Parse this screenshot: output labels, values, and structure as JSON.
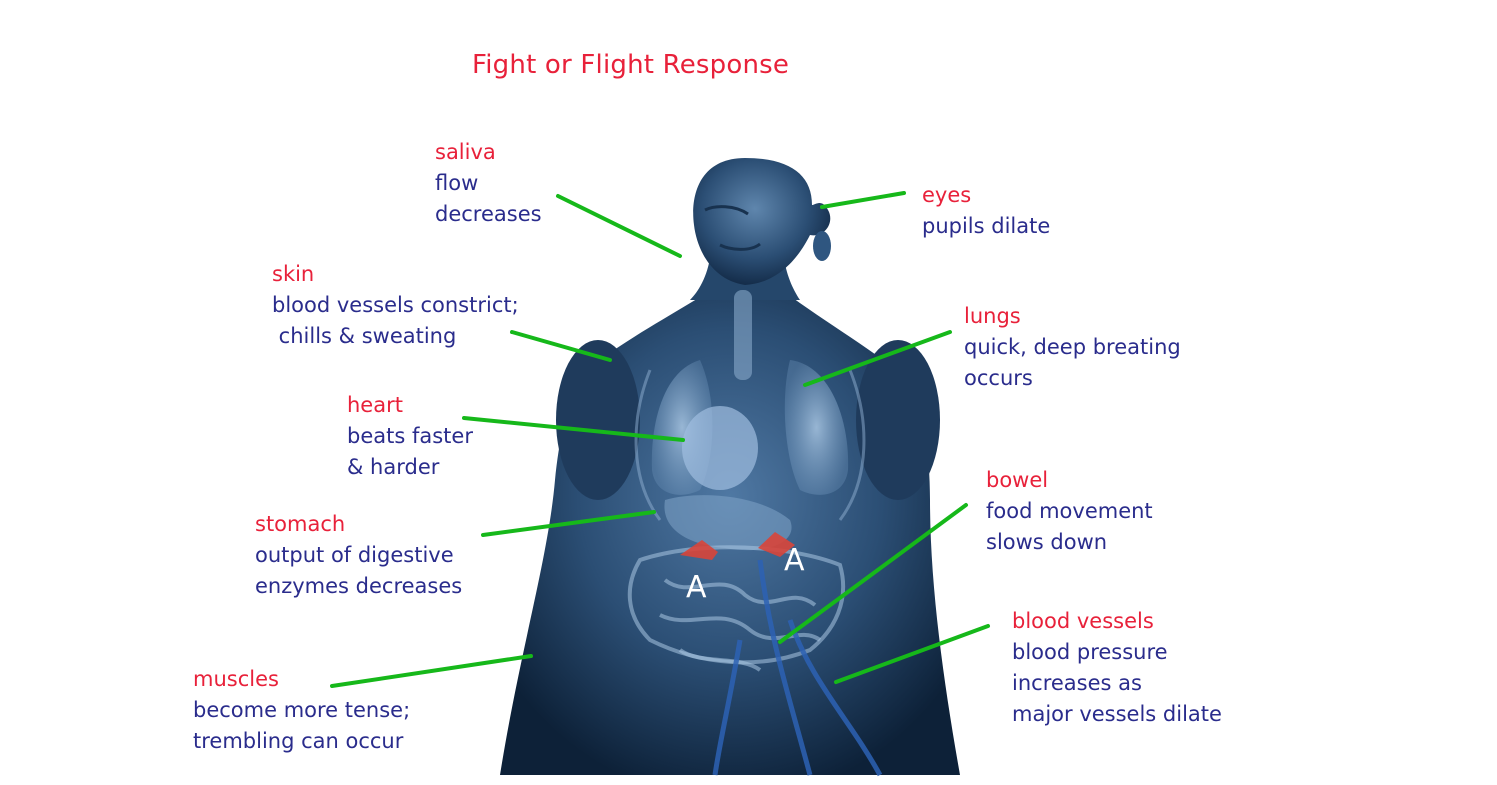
{
  "title": "Fight or Flight Response",
  "colors": {
    "heading": "#e8213a",
    "description": "#2a2c8c",
    "leader_line": "#16b81a",
    "body_dark": "#0d2138",
    "body_light": "#5f86ad",
    "adrenal": "#d8453a"
  },
  "adrenal_label": "A",
  "callouts": {
    "saliva": {
      "head": "saliva",
      "lines": [
        "flow",
        "decreases"
      ]
    },
    "skin": {
      "head": "skin",
      "lines": [
        "blood vessels constrict;",
        " chills & sweating"
      ]
    },
    "heart": {
      "head": "heart",
      "lines": [
        "beats faster",
        "& harder"
      ]
    },
    "stomach": {
      "head": "stomach",
      "lines": [
        "output of digestive",
        "enzymes decreases"
      ]
    },
    "muscles": {
      "head": "muscles",
      "lines": [
        "become more tense;",
        "trembling can occur"
      ]
    },
    "eyes": {
      "head": "eyes",
      "lines": [
        "pupils dilate"
      ]
    },
    "lungs": {
      "head": "lungs",
      "lines": [
        "quick, deep breating",
        "occurs"
      ]
    },
    "bowel": {
      "head": "bowel",
      "lines": [
        "food movement",
        "slows down"
      ]
    },
    "blood_vessels": {
      "head": "blood vessels",
      "lines": [
        "blood pressure",
        "increases as",
        "major vessels dilate"
      ]
    }
  }
}
